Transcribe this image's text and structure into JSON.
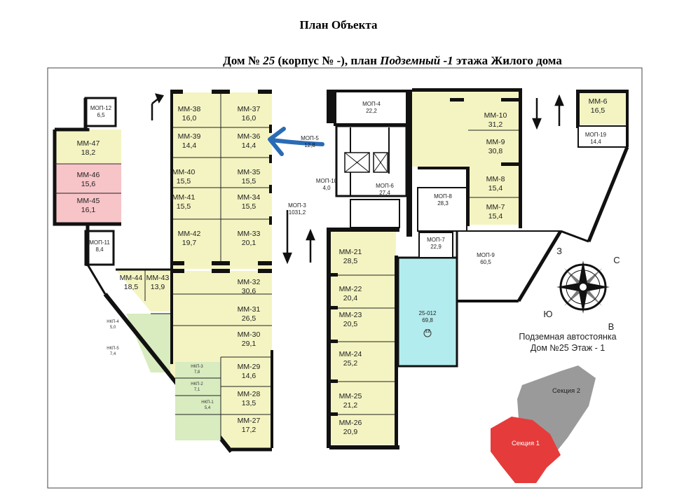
{
  "header": {
    "title": "План Объекта",
    "subtitle_prefix": "Дом № ",
    "house_number": "25",
    "subtitle_mid": " (корпус № -), план ",
    "floor_name": "Подземный -1",
    "subtitle_suffix": " этажа Жилого дома"
  },
  "colors": {
    "parking": "#f4f4c2",
    "sold": "#f7c4c8",
    "highlight": "#b3ecee",
    "green": "#d8ecc0",
    "wall": "#111111",
    "arrow": "#2a6bb5"
  },
  "spaces": [
    {
      "key": "mm38",
      "id": "ММ-38",
      "area": "16,0"
    },
    {
      "key": "mm37",
      "id": "ММ-37",
      "area": "16,0"
    },
    {
      "key": "mm39",
      "id": "ММ-39",
      "area": "14,4"
    },
    {
      "key": "mm36",
      "id": "ММ-36",
      "area": "14,4"
    },
    {
      "key": "mm40",
      "id": "ММ-40",
      "area": "15,5"
    },
    {
      "key": "mm35",
      "id": "ММ-35",
      "area": "15,5"
    },
    {
      "key": "mm41",
      "id": "ММ-41",
      "area": "15,5"
    },
    {
      "key": "mm34",
      "id": "ММ-34",
      "area": "15,5"
    },
    {
      "key": "mm42",
      "id": "ММ-42",
      "area": "19,7"
    },
    {
      "key": "mm33",
      "id": "ММ-33",
      "area": "20,1"
    },
    {
      "key": "mm47",
      "id": "ММ-47",
      "area": "18,2"
    },
    {
      "key": "mm46",
      "id": "ММ-46",
      "area": "15,6"
    },
    {
      "key": "mm45",
      "id": "ММ-45",
      "area": "16,1"
    },
    {
      "key": "mm44",
      "id": "ММ-44",
      "area": "18,5"
    },
    {
      "key": "mm43",
      "id": "ММ-43",
      "area": "13,9"
    },
    {
      "key": "mm32",
      "id": "ММ-32",
      "area": "30,6"
    },
    {
      "key": "mm31",
      "id": "ММ-31",
      "area": "26,5"
    },
    {
      "key": "mm30",
      "id": "ММ-30",
      "area": "29,1"
    },
    {
      "key": "mm29",
      "id": "ММ-29",
      "area": "14,6"
    },
    {
      "key": "mm28",
      "id": "ММ-28",
      "area": "13,5"
    },
    {
      "key": "mm27",
      "id": "ММ-27",
      "area": "17,2"
    },
    {
      "key": "mm21",
      "id": "ММ-21",
      "area": "28,5"
    },
    {
      "key": "mm22",
      "id": "ММ-22",
      "area": "20,4"
    },
    {
      "key": "mm23",
      "id": "ММ-23",
      "area": "20,5"
    },
    {
      "key": "mm24",
      "id": "ММ-24",
      "area": "25,2"
    },
    {
      "key": "mm25",
      "id": "ММ-25",
      "area": "21,2"
    },
    {
      "key": "mm26",
      "id": "ММ-26",
      "area": "20,9"
    },
    {
      "key": "mm10",
      "id": "ММ-10",
      "area": "31,2"
    },
    {
      "key": "mm9",
      "id": "ММ-9",
      "area": "30,8"
    },
    {
      "key": "mm8",
      "id": "ММ-8",
      "area": "15,4"
    },
    {
      "key": "mm7",
      "id": "ММ-7",
      "area": "15,4"
    },
    {
      "key": "mm6",
      "id": "ММ-6",
      "area": "16,5"
    }
  ],
  "common": [
    {
      "key": "mop12",
      "id": "МОП-12",
      "area": "6,5"
    },
    {
      "key": "mop11",
      "id": "МОП-11",
      "area": "8,4"
    },
    {
      "key": "mop4",
      "id": "МОП-4",
      "area": "22,2"
    },
    {
      "key": "mop5",
      "id": "МОП-5",
      "area": "12,8"
    },
    {
      "key": "mop10",
      "id": "МОП-10",
      "area": "4,0"
    },
    {
      "key": "mop6",
      "id": "МОП-6",
      "area": "27,4"
    },
    {
      "key": "mop3",
      "id": "МОП-3",
      "area": "1031,2"
    },
    {
      "key": "mop8",
      "id": "МОП-8",
      "area": "28,3"
    },
    {
      "key": "mop7",
      "id": "МОП-7",
      "area": "22,9"
    },
    {
      "key": "mop9",
      "id": "МОП-9",
      "area": "60,5"
    },
    {
      "key": "mop19",
      "id": "МОП-19",
      "area": "14,4"
    }
  ],
  "storage": [
    {
      "key": "nkp4",
      "id": "НКП-4",
      "area": "5,0"
    },
    {
      "key": "nkp5",
      "id": "НКП-5",
      "area": "7,4"
    },
    {
      "key": "nkp3",
      "id": "НКП-3",
      "area": "7,8"
    },
    {
      "key": "nkp2",
      "id": "НКП-2",
      "area": "7,1"
    },
    {
      "key": "nkp1",
      "id": "НКП-1",
      "area": "5,4"
    }
  ],
  "selected_unit": {
    "id": "25-012",
    "area": "69,8",
    "badge": "12"
  },
  "compass": {
    "north": "С",
    "east": "В",
    "south": "Ю",
    "west": "З"
  },
  "caption": {
    "line1": "Подземная автостоянка",
    "line2": "Дом №25 Этаж - 1"
  },
  "sections": {
    "section1": "Секция 1",
    "section2": "Секция 2"
  }
}
